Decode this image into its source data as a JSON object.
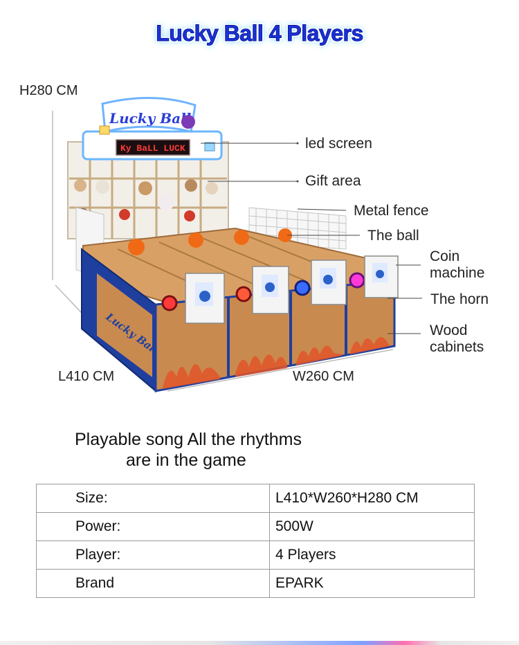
{
  "title": "Lucky Ball 4 Players",
  "dimensions": {
    "height": "H280 CM",
    "length": "L410 CM",
    "width": "W260 CM"
  },
  "callouts": {
    "led_screen": "led screen",
    "gift_area": "Gift area",
    "metal_fence": "Metal fence",
    "the_ball": "The ball",
    "coin_machine_1": "Coin",
    "coin_machine_2": "machine",
    "the_horn": "The horn",
    "wood_cabinets_1": "Wood",
    "wood_cabinets_2": "cabinets"
  },
  "machine": {
    "logo_text": "Lucky Ball",
    "led_text": "Ky BaLL  LUCK",
    "cabinet_text": "Lucky Ball"
  },
  "slogan": {
    "line1": "Playable song All the rhythms",
    "line2": "are in the game"
  },
  "specs": [
    {
      "label": "Size:",
      "value": "L410*W260*H280 CM"
    },
    {
      "label": "Power:",
      "value": "500W"
    },
    {
      "label": "Player:",
      "value": "4 Players"
    },
    {
      "label": "Brand",
      "value": "EPARK"
    }
  ],
  "colors": {
    "title_blue": "#1b32d8",
    "wood": "#c98a4f",
    "cabinet_blue": "#1f3f9e",
    "ball_orange": "#f06a16"
  }
}
